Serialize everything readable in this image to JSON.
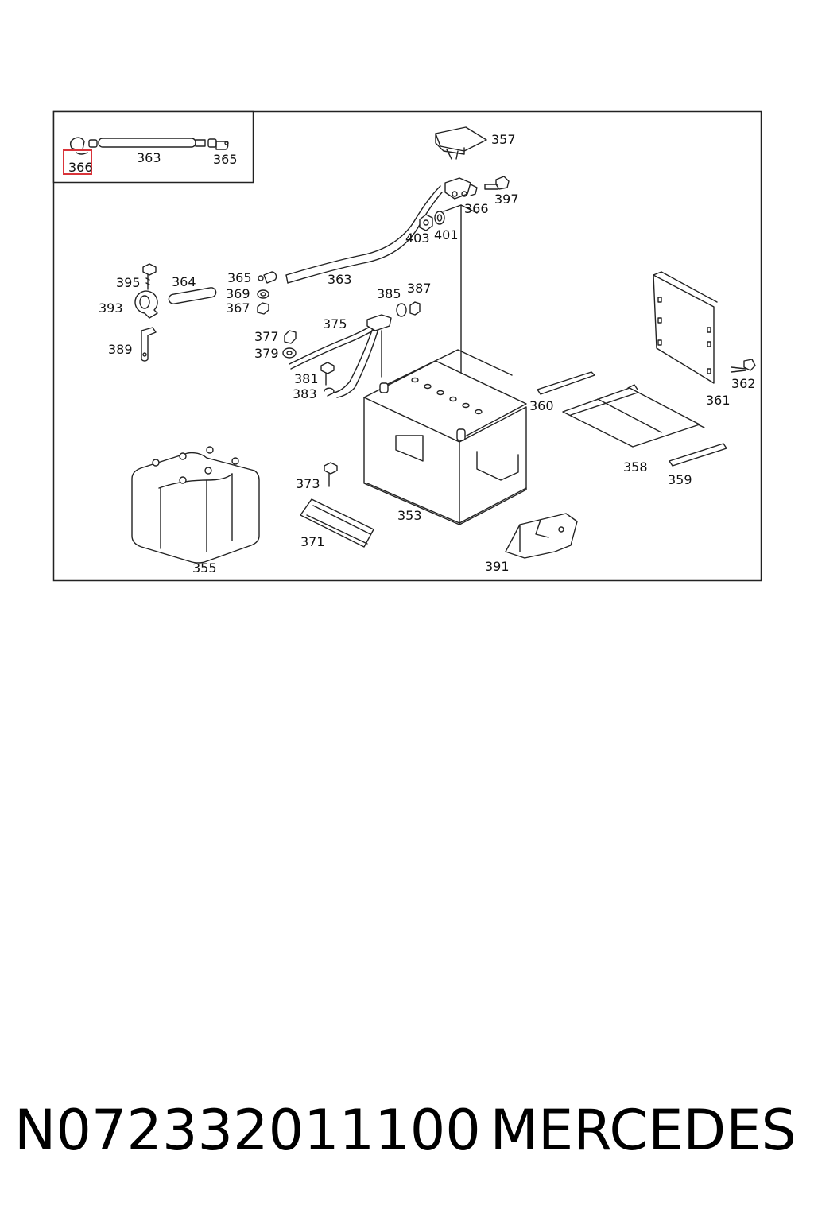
{
  "diagram": {
    "labels": {
      "p353": "353",
      "p355": "355",
      "p357": "357",
      "p358": "358",
      "p359": "359",
      "p360": "360",
      "p361": "361",
      "p362": "362",
      "p363": "363",
      "p363b": "363",
      "p364": "364",
      "p365": "365",
      "p365b": "365",
      "p366": "366",
      "p366b": "366",
      "p367": "367",
      "p369": "369",
      "p371": "371",
      "p373": "373",
      "p375": "375",
      "p377": "377",
      "p379": "379",
      "p381": "381",
      "p383": "383",
      "p385": "385",
      "p387": "387",
      "p389": "389",
      "p391": "391",
      "p393": "393",
      "p395": "395",
      "p397": "397",
      "p401": "401",
      "p403": "403"
    },
    "highlight_color": "#d9343a"
  },
  "footer": {
    "part_number": "N07233201110​0",
    "brand": "MERCEDES"
  }
}
